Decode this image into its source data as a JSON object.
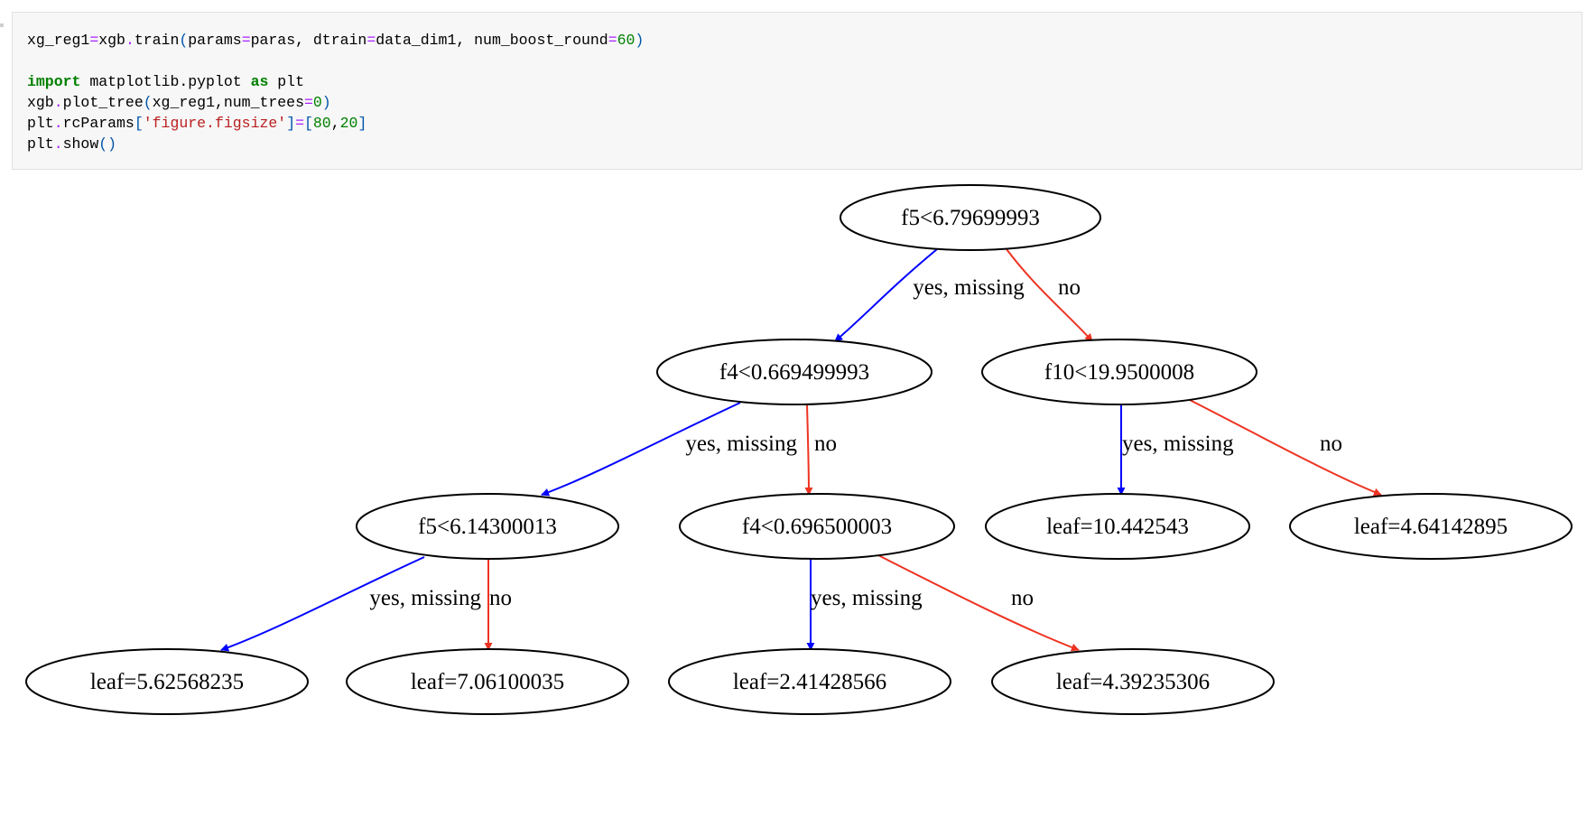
{
  "code_cell": {
    "lines": [
      [
        {
          "t": "xg_reg1",
          "c": "plain"
        },
        {
          "t": "=",
          "c": "op"
        },
        {
          "t": "xgb",
          "c": "plain"
        },
        {
          "t": ".",
          "c": "op"
        },
        {
          "t": "train",
          "c": "plain"
        },
        {
          "t": "(",
          "c": "paren"
        },
        {
          "t": "params",
          "c": "plain"
        },
        {
          "t": "=",
          "c": "op"
        },
        {
          "t": "paras, dtrain",
          "c": "plain"
        },
        {
          "t": "=",
          "c": "op"
        },
        {
          "t": "data_dim1, num_boost_round",
          "c": "plain"
        },
        {
          "t": "=",
          "c": "op"
        },
        {
          "t": "60",
          "c": "num"
        },
        {
          "t": ")",
          "c": "paren"
        }
      ],
      [],
      [
        {
          "t": "import",
          "c": "kw"
        },
        {
          "t": " matplotlib.pyplot ",
          "c": "plain"
        },
        {
          "t": "as",
          "c": "kw"
        },
        {
          "t": " plt",
          "c": "plain"
        }
      ],
      [
        {
          "t": "xgb",
          "c": "plain"
        },
        {
          "t": ".",
          "c": "op"
        },
        {
          "t": "plot_tree",
          "c": "plain"
        },
        {
          "t": "(",
          "c": "paren"
        },
        {
          "t": "xg_reg1,num_trees",
          "c": "plain"
        },
        {
          "t": "=",
          "c": "op"
        },
        {
          "t": "0",
          "c": "num"
        },
        {
          "t": ")",
          "c": "paren"
        }
      ],
      [
        {
          "t": "plt",
          "c": "plain"
        },
        {
          "t": ".",
          "c": "op"
        },
        {
          "t": "rcParams",
          "c": "plain"
        },
        {
          "t": "[",
          "c": "paren"
        },
        {
          "t": "'figure.figsize'",
          "c": "str"
        },
        {
          "t": "]",
          "c": "paren"
        },
        {
          "t": "=",
          "c": "op"
        },
        {
          "t": "[",
          "c": "paren"
        },
        {
          "t": "80",
          "c": "num"
        },
        {
          "t": ",",
          "c": "plain"
        },
        {
          "t": "20",
          "c": "num"
        },
        {
          "t": "]",
          "c": "paren"
        }
      ],
      [
        {
          "t": "plt",
          "c": "plain"
        },
        {
          "t": ".",
          "c": "op"
        },
        {
          "t": "show",
          "c": "plain"
        },
        {
          "t": "()",
          "c": "paren"
        }
      ]
    ]
  },
  "tree": {
    "nodes": [
      {
        "id": "n0",
        "label": "f5<6.79699993"
      },
      {
        "id": "n1",
        "label": "f4<0.669499993"
      },
      {
        "id": "n2",
        "label": "f10<19.9500008"
      },
      {
        "id": "n3",
        "label": "f5<6.14300013"
      },
      {
        "id": "n4",
        "label": "f4<0.696500003"
      },
      {
        "id": "n5",
        "label": "leaf=10.442543"
      },
      {
        "id": "n6",
        "label": "leaf=4.64142895"
      },
      {
        "id": "n7",
        "label": "leaf=5.62568235"
      },
      {
        "id": "n8",
        "label": "leaf=7.06100035"
      },
      {
        "id": "n9",
        "label": "leaf=2.41428566"
      },
      {
        "id": "n10",
        "label": "leaf=4.39235306"
      }
    ],
    "edges": [
      {
        "from": "n0",
        "to": "n1",
        "label": "yes, missing",
        "kind": "yes"
      },
      {
        "from": "n0",
        "to": "n2",
        "label": "no",
        "kind": "no"
      },
      {
        "from": "n1",
        "to": "n3",
        "label": "yes, missing",
        "kind": "yes"
      },
      {
        "from": "n1",
        "to": "n4",
        "label": "no",
        "kind": "no"
      },
      {
        "from": "n2",
        "to": "n5",
        "label": "yes, missing",
        "kind": "yes"
      },
      {
        "from": "n2",
        "to": "n6",
        "label": "no",
        "kind": "no"
      },
      {
        "from": "n3",
        "to": "n7",
        "label": "yes, missing",
        "kind": "yes"
      },
      {
        "from": "n3",
        "to": "n8",
        "label": "no",
        "kind": "no"
      },
      {
        "from": "n4",
        "to": "n9",
        "label": "yes, missing",
        "kind": "yes"
      },
      {
        "from": "n4",
        "to": "n10",
        "label": "no",
        "kind": "no"
      }
    ],
    "colors": {
      "yes": "#0000ff",
      "no": "#ee3322"
    }
  }
}
